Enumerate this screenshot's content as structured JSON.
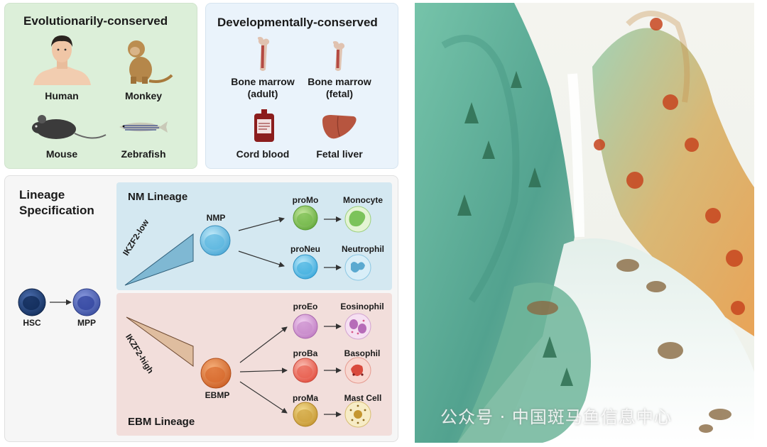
{
  "evo": {
    "title": "Evolutionarily-conserved",
    "human": "Human",
    "monkey": "Monkey",
    "mouse": "Mouse",
    "zebrafish": "Zebrafish"
  },
  "dev": {
    "title": "Developmentally-conserved",
    "bm_adult_1": "Bone marrow",
    "bm_adult_2": "(adult)",
    "bm_fetal_1": "Bone marrow",
    "bm_fetal_2": "(fetal)",
    "cord": "Cord blood",
    "liver": "Fetal liver"
  },
  "lineage": {
    "title_1": "Lineage",
    "title_2": "Specification",
    "hsc": "HSC",
    "mpp": "MPP",
    "nm_title": "NM Lineage",
    "ebm_title": "EBM Lineage",
    "ikzf2_low": "IKZF2-low",
    "ikzf2_high": "IKZF2-high",
    "nmp": "NMP",
    "ebmp": "EBMP",
    "promo": "proMo",
    "monocyte": "Monocyte",
    "proneu": "proNeu",
    "neutrophil": "Neutrophil",
    "proeo": "proEo",
    "eosinophil": "Eosinophil",
    "proba": "proBa",
    "basophil": "Basophil",
    "proma": "proMa",
    "mastcell": "Mast Cell"
  },
  "watermark": "公众号 · 中国斑马鱼信息中心",
  "colors": {
    "evo_bg": "#dcefd9",
    "dev_bg": "#eaf3fb",
    "nm_bg": "#d4e8f1",
    "ebm_bg": "#f2dedb",
    "hsc": "#1f3f73",
    "mpp": "#4a5fae",
    "nmp": "#6fc0e2",
    "ebmp": "#e07a3c",
    "promo": "#7cc35a",
    "proneu": "#5fbfe5",
    "proeo": "#d59ad6",
    "proba": "#ee6a5a",
    "proma": "#d9b24a"
  }
}
